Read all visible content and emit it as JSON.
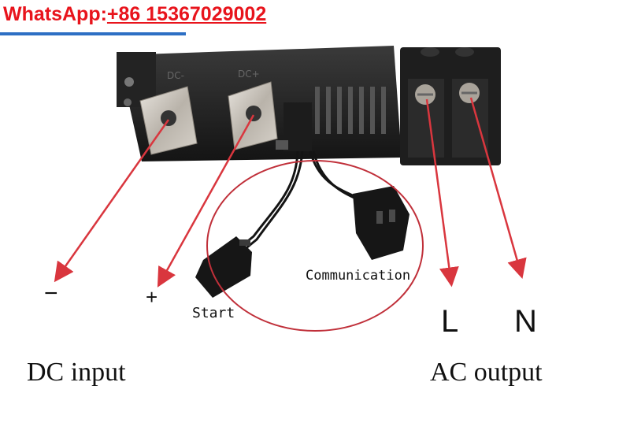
{
  "header": {
    "prefix": "WhatsApp:",
    "phone": "+86 15367029002"
  },
  "labels": {
    "minus": "−",
    "plus": "+",
    "start": "Start",
    "communication": "Communication",
    "l": "L",
    "n": "N",
    "dc_input": "DC input",
    "ac_output": "AC output",
    "dc_marks": [
      "DC-",
      "DC+"
    ]
  },
  "colors": {
    "arrow": "#d9363e",
    "circle": "#c0303a",
    "whatsapp": "#e8141c",
    "underline_bar": "#2d6fc4"
  }
}
